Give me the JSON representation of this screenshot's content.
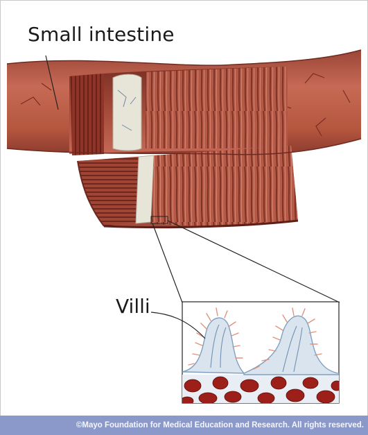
{
  "labels": {
    "organ": "Small intestine",
    "detail": "Villi"
  },
  "footer": {
    "copyright": "©Mayo Foundation for Medical Education and Research. All rights reserved."
  },
  "colors": {
    "tissue_outer": "#b85a48",
    "tissue_dark": "#7a2c22",
    "muscle_band": "#9c3a2c",
    "submucosa": "#e8e6dc",
    "mucosa": "#c9665a",
    "villi_fill": "#d6e2ec",
    "villi_outline": "#7fa0bf",
    "cilia": "#e0927e",
    "blood": "#9d1f1a",
    "footer_bar": "#8a99c9"
  }
}
